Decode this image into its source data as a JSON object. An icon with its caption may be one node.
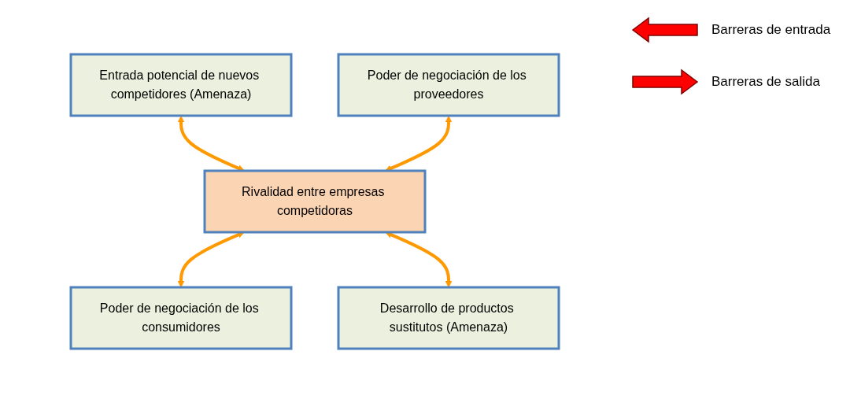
{
  "diagram": {
    "nodes": [
      {
        "text": [
          "Entrada potencial de nuevos competidores (Amenaza)"
        ]
      },
      {
        "text": [
          "Poder de negociación de los proveedores"
        ]
      },
      {
        "text": [
          "Rivalidad entre empresas competidoras"
        ]
      },
      {
        "text": [
          "Poder de negociación de los consumidores"
        ]
      },
      {
        "text": [
          "Desarrollo de productos sustitutos (Amenaza)"
        ]
      }
    ],
    "edges": [
      {
        "from": 0,
        "to": 2,
        "arrow": "both"
      },
      {
        "from": 1,
        "to": 2,
        "arrow": "both"
      },
      {
        "from": 2,
        "to": 3,
        "arrow": "both"
      },
      {
        "from": 2,
        "to": 4,
        "arrow": "both"
      }
    ],
    "legend": [
      {
        "text": "Barreras de entrada"
      },
      {
        "text": "Barreras de salida"
      }
    ]
  }
}
